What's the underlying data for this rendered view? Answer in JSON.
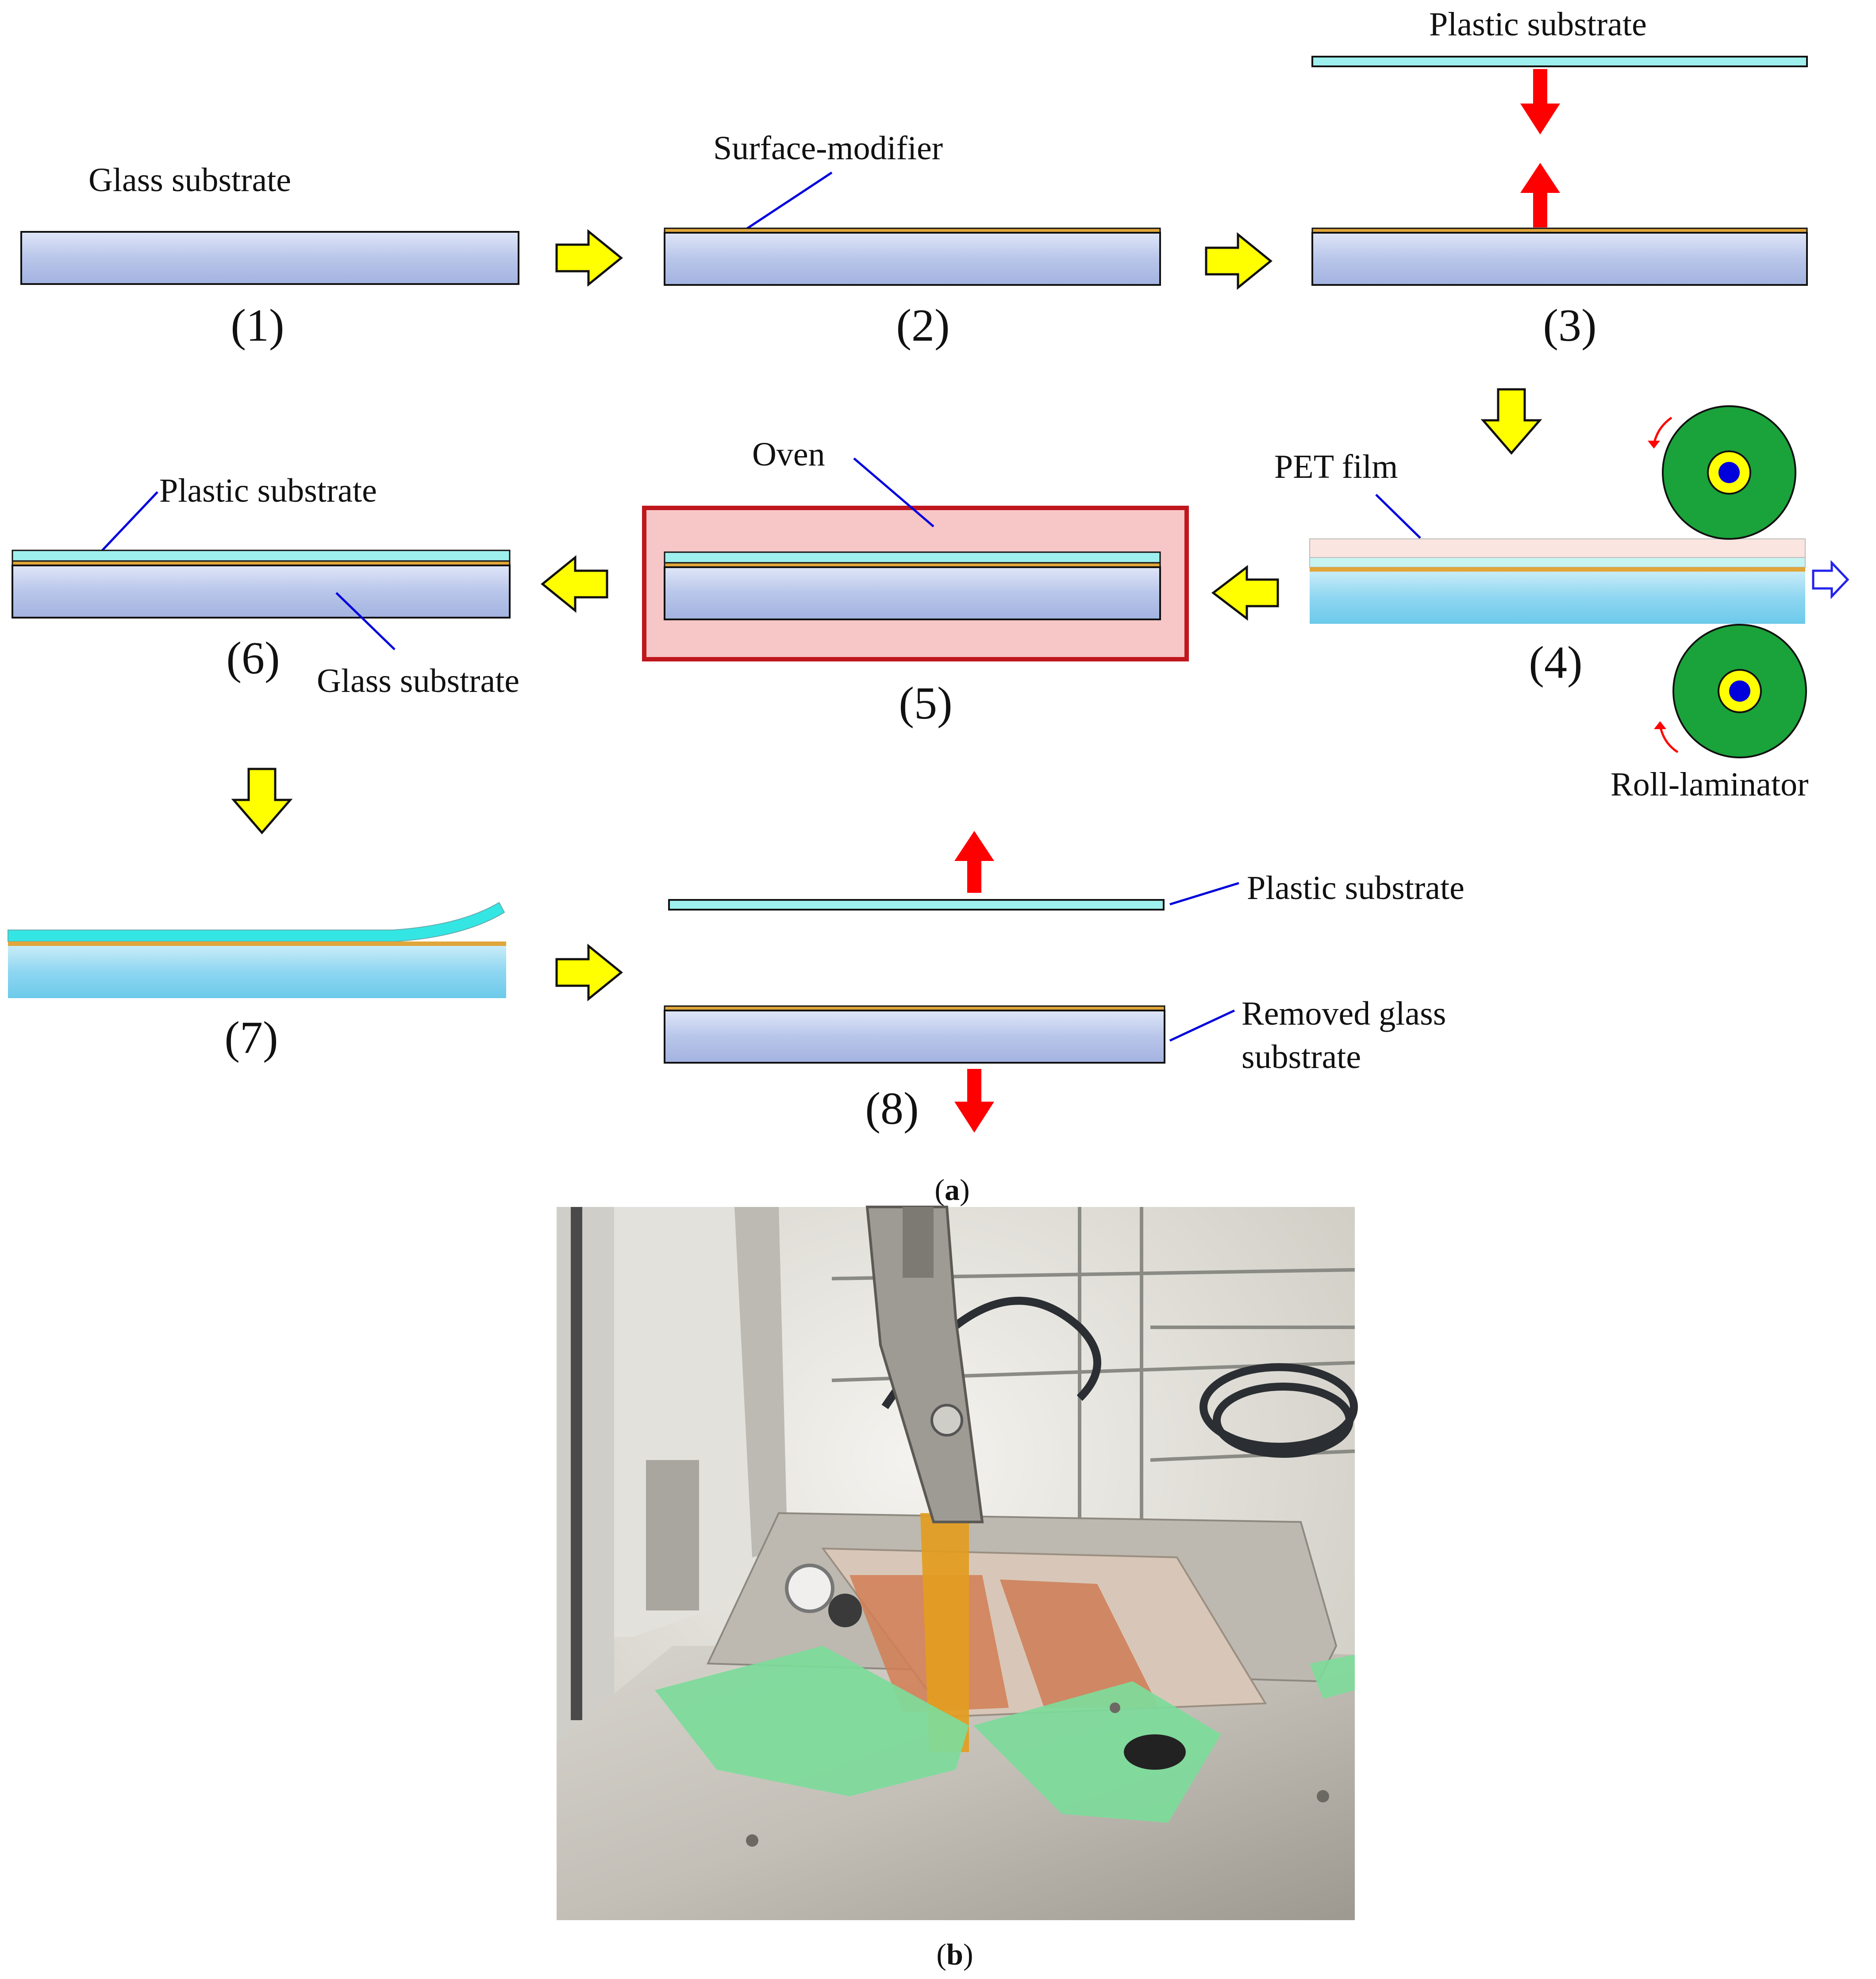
{
  "panel_a": {
    "caption_open": "(",
    "caption_letter": "a",
    "caption_close": ")",
    "steps": [
      {
        "number": "(1)",
        "label": "Glass substrate"
      },
      {
        "number": "(2)",
        "label": "Surface-modifier"
      },
      {
        "number": "(3)",
        "label": "Plastic substrate"
      },
      {
        "number": "(4)",
        "label": "PET film",
        "label_2": "Roll-laminator"
      },
      {
        "number": "(5)",
        "label": "Oven"
      },
      {
        "number": "(6)",
        "label": "Plastic substrate",
        "label_2": "Glass substrate"
      },
      {
        "number": "(7)"
      },
      {
        "number": "(8)",
        "label": "Plastic substrate",
        "label_2_line1": "Removed glass",
        "label_2_line2": "substrate"
      }
    ]
  },
  "panel_b": {
    "caption_open": "(",
    "caption_letter": "b",
    "caption_close": ")"
  },
  "colors": {
    "glass": "#a8b9e6",
    "glass_light": "#dfe6f8",
    "plastic": "#9ef0ee",
    "modifier": "#e0a63a",
    "arrow_yellow": "#ffff00",
    "arrow_red": "#ff0000",
    "oven_fill": "#f7c6c6",
    "oven_border": "#c0161e",
    "roller_green": "#1aa33a",
    "roller_yellow": "#ffff00",
    "roller_blue": "#0000dd",
    "pointer_line": "#0000dd"
  }
}
